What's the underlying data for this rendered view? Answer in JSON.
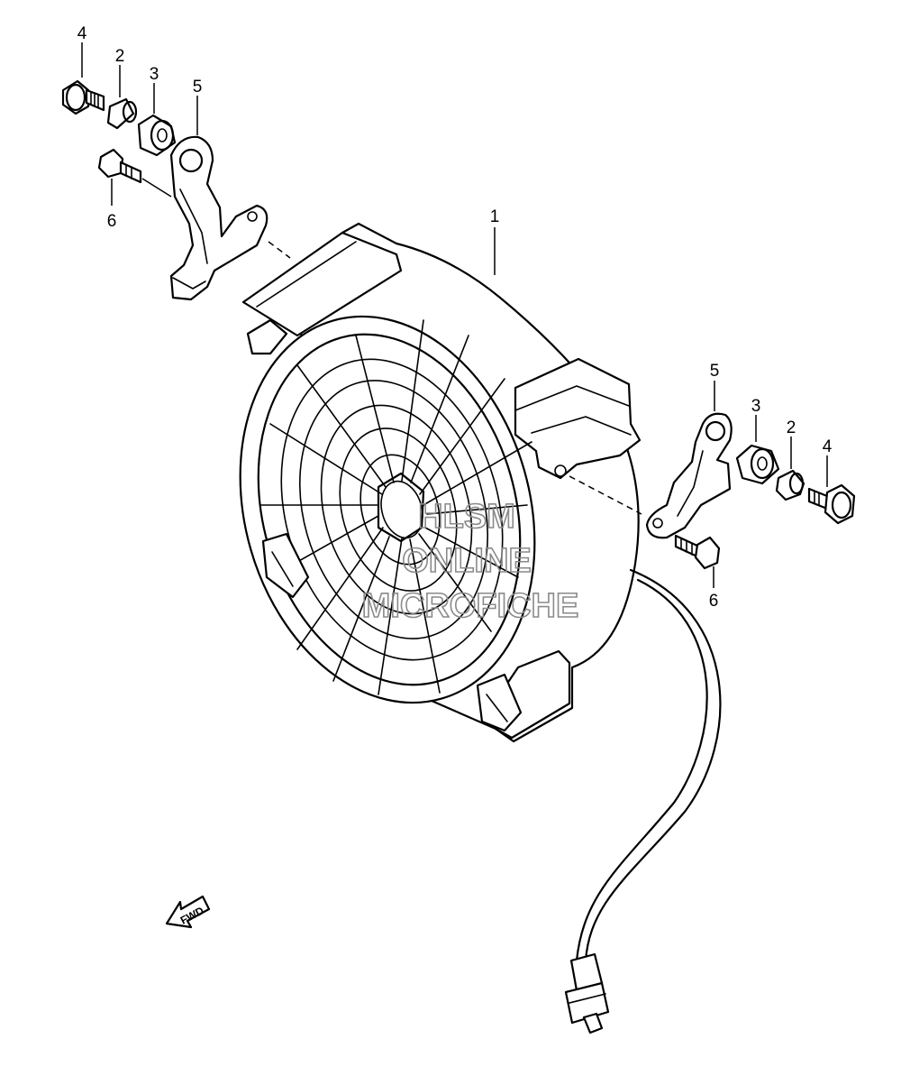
{
  "callouts": {
    "fan_assembly": "1",
    "spacer_left": "2",
    "spacer_right": "2",
    "grommet_left": "3",
    "grommet_right": "3",
    "bolt_left": "4",
    "bolt_right": "4",
    "bracket_left": "5",
    "bracket_right": "5",
    "screw_left": "6",
    "screw_right": "6"
  },
  "watermark": {
    "line1": "HLSM",
    "line2": "ONLINE",
    "line3": "MICROFICHE"
  },
  "direction_arrow": {
    "label": "FWD"
  }
}
